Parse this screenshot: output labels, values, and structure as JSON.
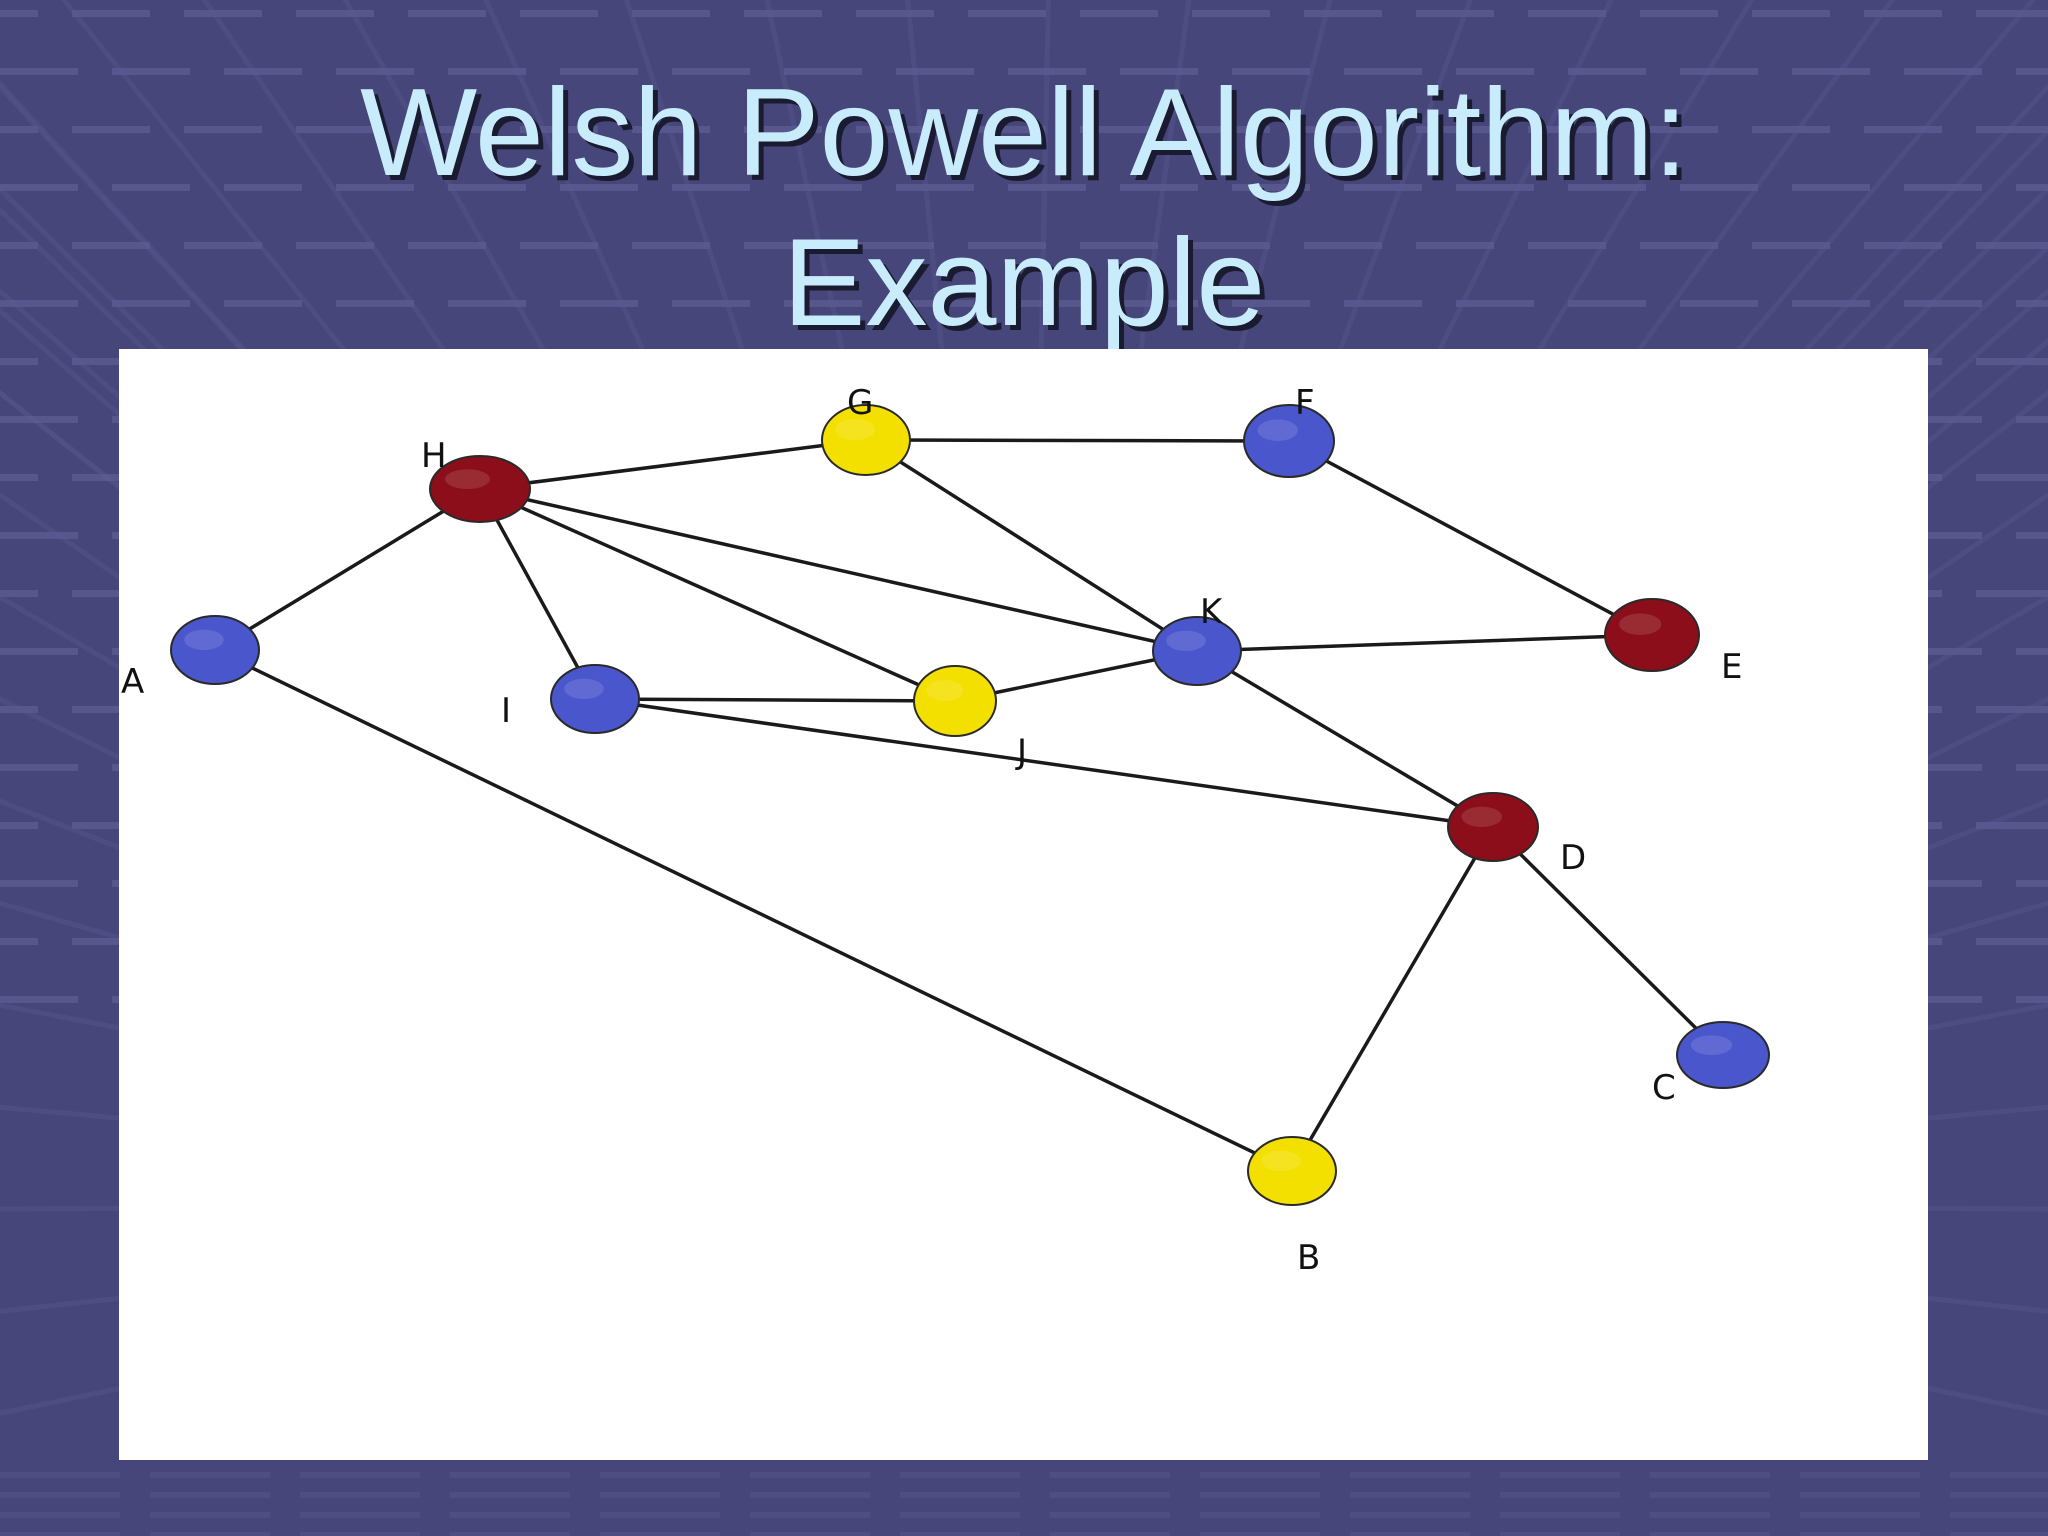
{
  "slide": {
    "title_line1": "Welsh Powell Algorithm:",
    "title_line2": "Example"
  },
  "graph": {
    "colors": {
      "red": "#8b0e1a",
      "blue": "#4a56cc",
      "yellow": "#f4e000",
      "edge": "#1a1a1a"
    },
    "nodes": [
      {
        "id": "A",
        "label": "A",
        "color": "blue"
      },
      {
        "id": "B",
        "label": "B",
        "color": "yellow"
      },
      {
        "id": "C",
        "label": "C",
        "color": "blue"
      },
      {
        "id": "D",
        "label": "D",
        "color": "red"
      },
      {
        "id": "E",
        "label": "E",
        "color": "red"
      },
      {
        "id": "F",
        "label": "F",
        "color": "blue"
      },
      {
        "id": "G",
        "label": "G",
        "color": "yellow"
      },
      {
        "id": "H",
        "label": "H",
        "color": "red"
      },
      {
        "id": "I",
        "label": "I",
        "color": "blue"
      },
      {
        "id": "J",
        "label": "J",
        "color": "yellow"
      },
      {
        "id": "K",
        "label": "K",
        "color": "blue"
      }
    ],
    "edges": [
      [
        "H",
        "G"
      ],
      [
        "G",
        "F"
      ],
      [
        "F",
        "E"
      ],
      [
        "H",
        "A"
      ],
      [
        "H",
        "I"
      ],
      [
        "H",
        "J"
      ],
      [
        "H",
        "K"
      ],
      [
        "G",
        "K"
      ],
      [
        "K",
        "E"
      ],
      [
        "K",
        "J"
      ],
      [
        "K",
        "D"
      ],
      [
        "I",
        "J"
      ],
      [
        "I",
        "D"
      ],
      [
        "A",
        "B"
      ],
      [
        "B",
        "D"
      ],
      [
        "D",
        "C"
      ]
    ]
  }
}
